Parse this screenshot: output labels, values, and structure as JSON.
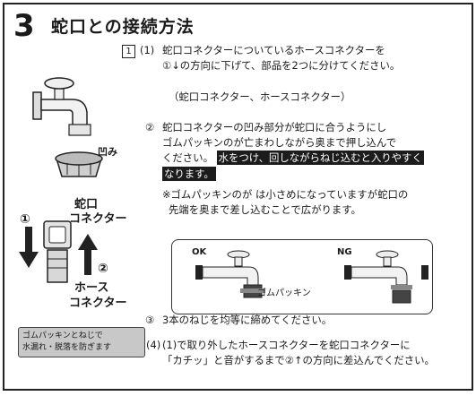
{
  "header": {
    "step_number": "3",
    "title": "蛇口との接続方法"
  },
  "steps": {
    "box_label": "1",
    "s1_num": "(1)",
    "s1_line1": "蛇口コネクターについているホースコネクターを",
    "s1_line2": "①↓の方向に下げて、部品を2つに分けてください。",
    "s1_paren": "（蛇口コネクター、ホースコネクター）",
    "s2_num": "②",
    "s2_line1": "蛇口コネクターの凹み部分が蛇口に合うようにし",
    "s2_line2": "ゴムパッキンのが亡まわしながら奥まで押し込んで",
    "s2_line3a": "ください。",
    "s2_line3_hl": "水をつけ、回しながらねじ込むと入りやすく",
    "s2_line4_hl": "なります。",
    "s2_note1": "※ゴムパッキンのが は小さめになっていますが蛇口の",
    "s2_note2": "先端を奥まで差し込むことで広がります。",
    "s3_num": "③",
    "s3_text": "3本のねじを均等に締めてください。",
    "s4_num": "(4)",
    "s4_line1": "(1)で取り外したホースコネクターを蛇口コネクターに",
    "s4_line2": "「カチッ」と音がするまで②↑の方向に差込んでください。"
  },
  "diagram": {
    "label_recess": "凹み",
    "label_faucet_connector_1": "蛇口",
    "label_faucet_connector_2": "コネクター",
    "label_hose_connector_1": "ホース",
    "label_hose_connector_2": "コネクター",
    "arrow1": "①",
    "arrow2": "②"
  },
  "badge": {
    "line1": "ゴムパッキンとねじで",
    "line2": "水漏れ・脱落を防ぎます"
  },
  "figure": {
    "ok": "OK",
    "ng": "NG",
    "gasket": "ゴムパッキン"
  }
}
